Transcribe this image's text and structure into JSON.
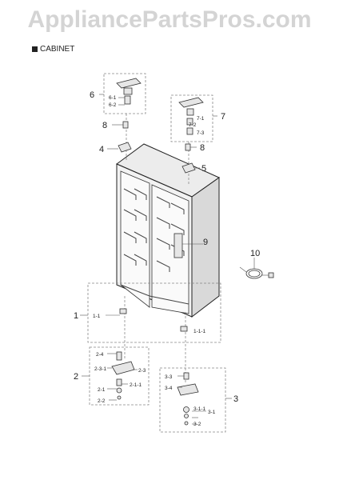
{
  "watermark": "AppliancePartsPros.com",
  "section_title": "CABINET",
  "labels": {
    "l1": "1",
    "l1_1a": "1-1",
    "l1_1b": "1-1-1",
    "l2": "2",
    "l2_1": "2-1",
    "l2_1_1": "2-1-1",
    "l2_2": "2-2",
    "l2_3": "2-3",
    "l2_3_1": "2-3-1",
    "l2_4": "2-4",
    "l3": "3",
    "l3_1": "3-1",
    "l3_1_1": "3-1-1",
    "l3_2": "3-2",
    "l3_3": "3-3",
    "l3_4": "3-4",
    "l4": "4",
    "l5": "5",
    "l6": "6",
    "l6_1": "6-1",
    "l6_2": "6-2",
    "l7": "7",
    "l7_1": "7-1",
    "l7_2": "7-2",
    "l7_3": "7-3",
    "l8a": "8",
    "l8b": "8",
    "l9": "9",
    "l10": "10"
  }
}
